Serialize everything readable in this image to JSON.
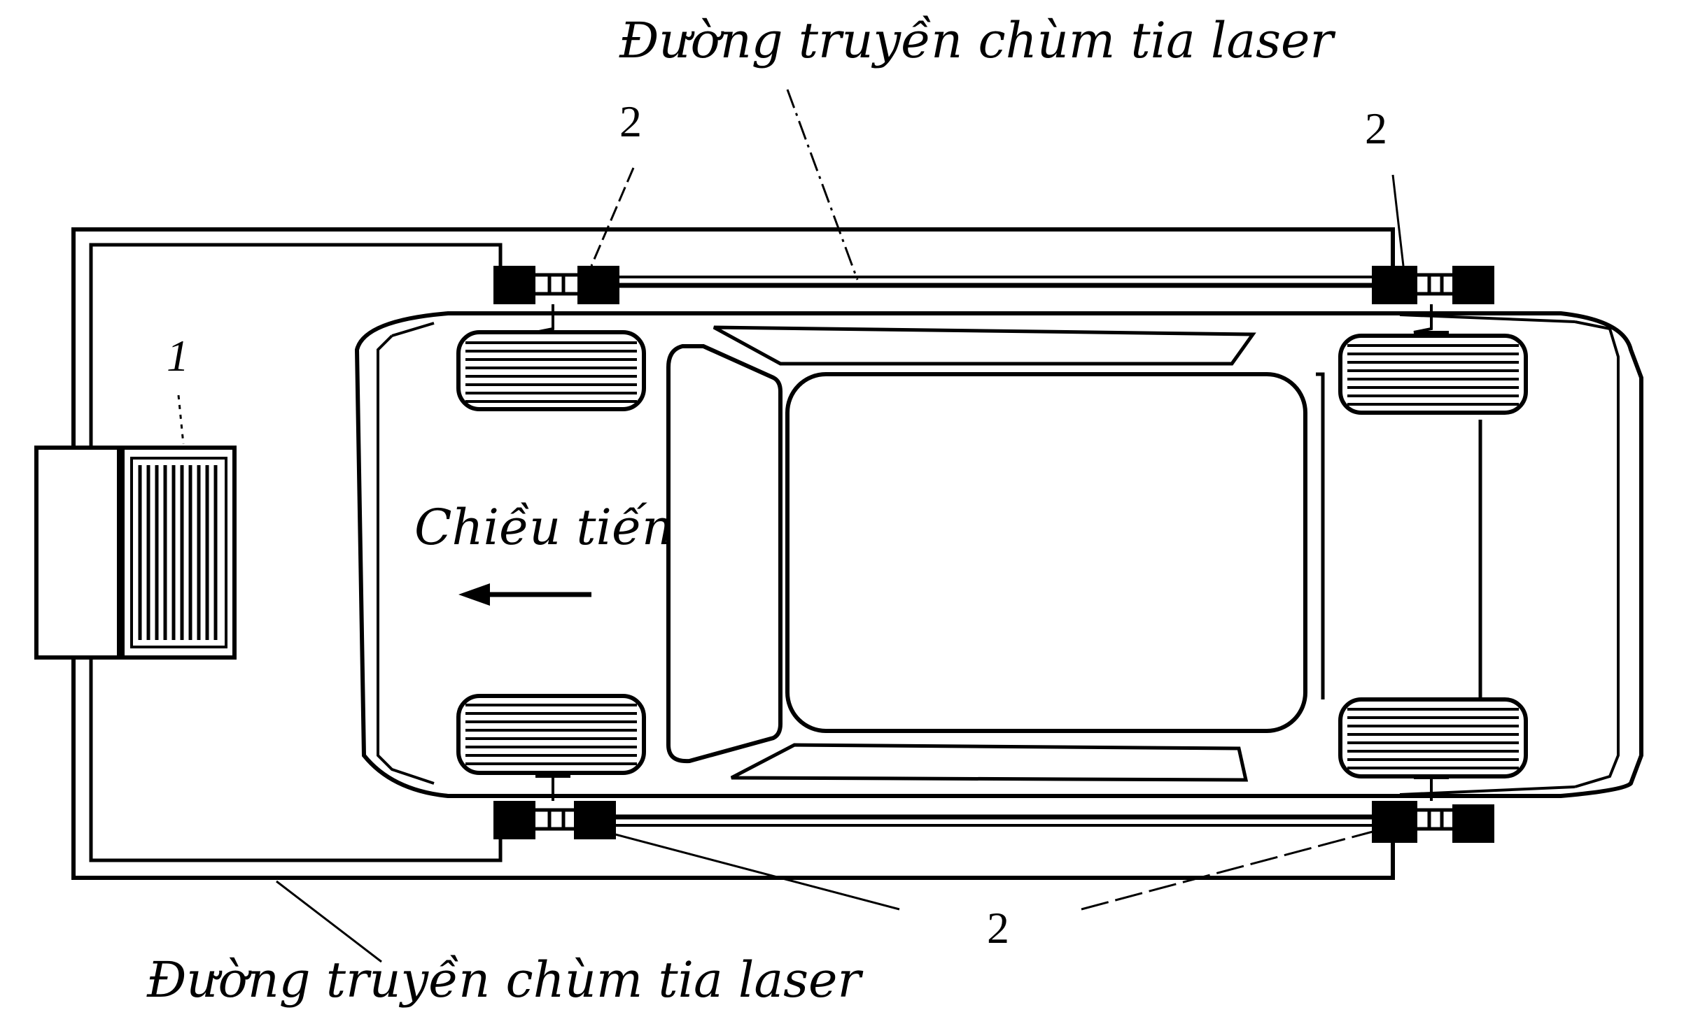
{
  "labels": {
    "beam_path_top": "Đường truyền chùm tia laser",
    "beam_path_bottom": "Đường truyền chùm tia laser",
    "direction": "Chiều tiến",
    "part_1": "1",
    "part_2_top_left": "2",
    "part_2_top_right": "2",
    "part_2_bottom": "2"
  }
}
